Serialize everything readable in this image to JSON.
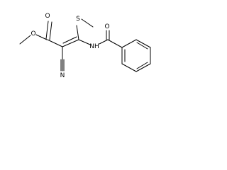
{
  "molecule": {
    "atoms": {
      "o_ester_double": "O",
      "o_ester_single": "O",
      "s_thio": "S",
      "n_amide": "NH",
      "o_amide": "O",
      "n_nitrile": "N"
    }
  },
  "colors": {
    "ink": "#000000",
    "background": "#ffffff"
  }
}
